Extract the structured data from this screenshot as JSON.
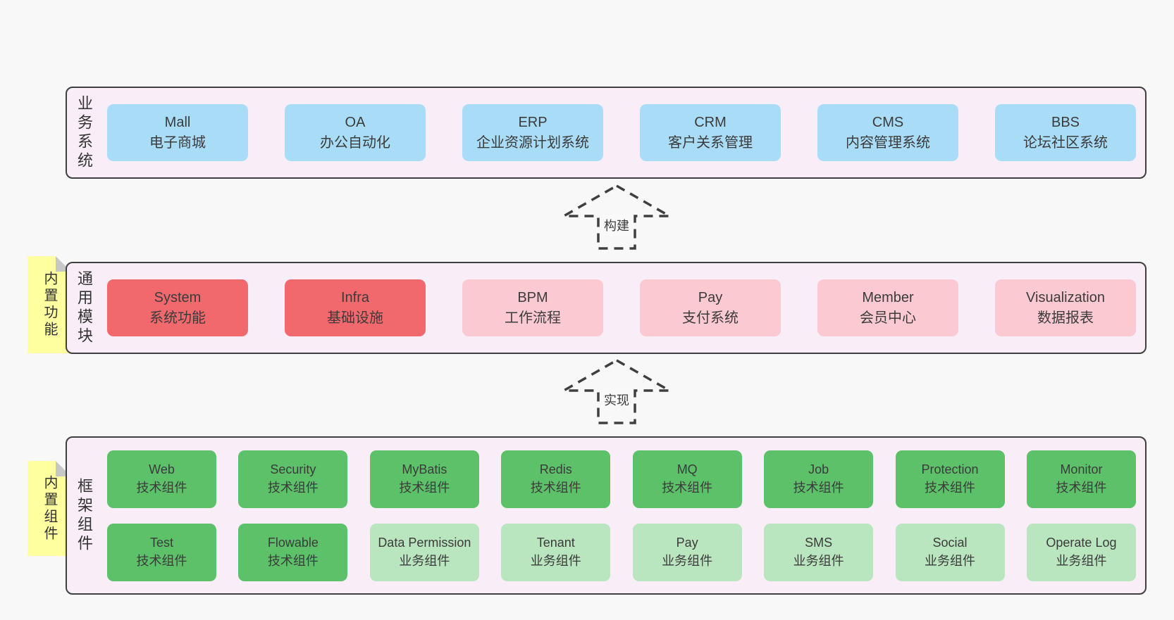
{
  "diagram": {
    "arrows": [
      {
        "label": "构建"
      },
      {
        "label": "实现"
      }
    ],
    "layers": {
      "business": {
        "title": "业务系统",
        "items": [
          {
            "name": "Mall",
            "desc": "电子商城"
          },
          {
            "name": "OA",
            "desc": "办公自动化"
          },
          {
            "name": "ERP",
            "desc": "企业资源计划系统"
          },
          {
            "name": "CRM",
            "desc": "客户关系管理"
          },
          {
            "name": "CMS",
            "desc": "内容管理系统"
          },
          {
            "name": "BBS",
            "desc": "论坛社区系统"
          }
        ]
      },
      "modules": {
        "title": "通用模块",
        "note": "内置功能",
        "items": [
          {
            "name": "System",
            "desc": "系统功能"
          },
          {
            "name": "Infra",
            "desc": "基础设施"
          },
          {
            "name": "BPM",
            "desc": "工作流程"
          },
          {
            "name": "Pay",
            "desc": "支付系统"
          },
          {
            "name": "Member",
            "desc": "会员中心"
          },
          {
            "name": "Visualization",
            "desc": "数据报表"
          }
        ]
      },
      "framework": {
        "title": "框架组件",
        "note": "内置组件",
        "row1": [
          {
            "name": "Web",
            "desc": "技术组件"
          },
          {
            "name": "Security",
            "desc": "技术组件"
          },
          {
            "name": "MyBatis",
            "desc": "技术组件"
          },
          {
            "name": "Redis",
            "desc": "技术组件"
          },
          {
            "name": "MQ",
            "desc": "技术组件"
          },
          {
            "name": "Job",
            "desc": "技术组件"
          },
          {
            "name": "Protection",
            "desc": "技术组件"
          },
          {
            "name": "Monitor",
            "desc": "技术组件"
          }
        ],
        "row2": [
          {
            "name": "Test",
            "desc": "技术组件"
          },
          {
            "name": "Flowable",
            "desc": "技术组件"
          },
          {
            "name": "Data Permission",
            "desc": "业务组件"
          },
          {
            "name": "Tenant",
            "desc": "业务组件"
          },
          {
            "name": "Pay",
            "desc": "业务组件"
          },
          {
            "name": "SMS",
            "desc": "业务组件"
          },
          {
            "name": "Social",
            "desc": "业务组件"
          },
          {
            "name": "Operate Log",
            "desc": "业务组件"
          }
        ]
      }
    },
    "colors": {
      "canvas_background": "#f8f8f8",
      "layer_fill": "#f9eef7",
      "layer_border": "#3f3f3f",
      "business_box_blue": "#a9dcf6",
      "core_module_box_red": "#f2696d",
      "module_box_pink": "#fbc9d2",
      "tech_component_box_green": "#5cc169",
      "biz_component_box_light_green": "#b9e5bf",
      "note_yellow": "#feff9f",
      "note_fold_gray": "#c7c7c7",
      "text": "#3b3b3b"
    }
  }
}
